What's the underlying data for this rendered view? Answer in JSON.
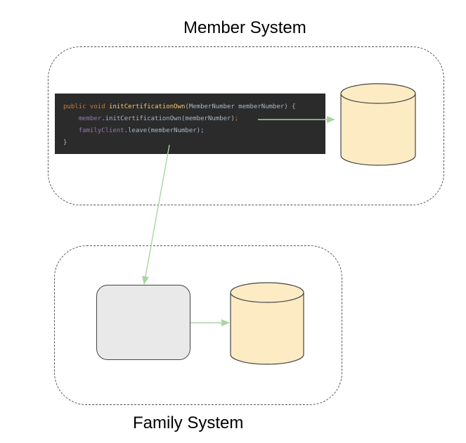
{
  "titles": {
    "member_system": "Member System",
    "family_system": "Family System"
  },
  "code": {
    "line1": {
      "kw1": "public",
      "kw2": "void",
      "method": "initCertificationOwn",
      "params": "(MemberNumber memberNumber) {"
    },
    "line2": {
      "field": "member",
      "call": ".initCertificationOwn(memberNumber)",
      "semi": ";"
    },
    "line3": {
      "field": "familyClient",
      "call": ".leave(memberNumber);"
    },
    "line4": "}"
  },
  "colors": {
    "database_fill": "#fdebc4",
    "database_stroke": "#444444",
    "arrow": "#a8d5a0",
    "service_fill": "#e9e9e9",
    "code_background": "#2b2b2b"
  }
}
